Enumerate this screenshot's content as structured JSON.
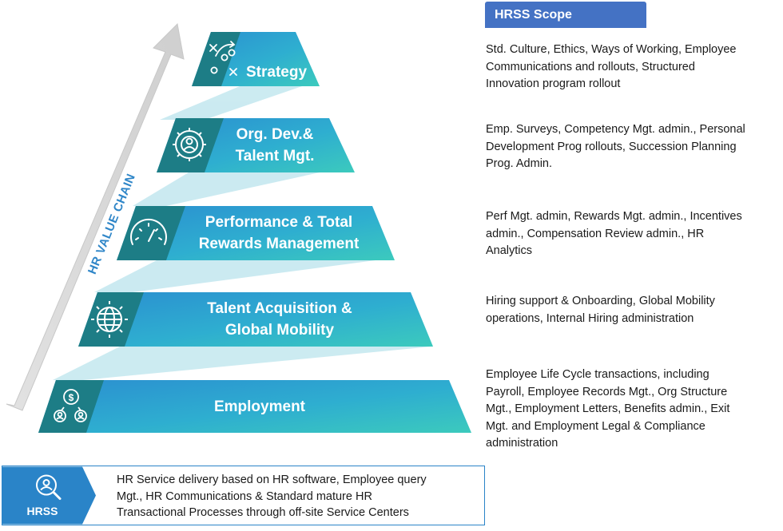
{
  "colors": {
    "teal_light": "#36c5c1",
    "blue": "#2b8fd0",
    "dark_teal": "#1d7d86",
    "scope_header_bg": "#4472c4",
    "hrss_border": "#2a84c8",
    "arrow_gray": "#d6d6d6"
  },
  "axis_label": "HR VALUE CHAIN",
  "tiers": [
    {
      "lines": [
        "Strategy"
      ],
      "icon": "strategy-play-icon"
    },
    {
      "lines": [
        "Org. Dev.&",
        "Talent Mgt."
      ],
      "icon": "gear-person-icon"
    },
    {
      "lines": [
        "Performance & Total",
        "Rewards Management"
      ],
      "icon": "speedometer-icon"
    },
    {
      "lines": [
        "Talent Acquisition &",
        "Global Mobility"
      ],
      "icon": "globe-gear-icon"
    },
    {
      "lines": [
        "Employment"
      ],
      "icon": "people-money-icon"
    }
  ],
  "scope": {
    "header": "HRSS Scope",
    "items": [
      [
        "Std. Culture, Ethics, Ways of Working, Employee",
        "Communications and rollouts, Structured",
        "Innovation program rollout"
      ],
      [
        "Emp. Surveys, Competency Mgt. admin., Personal",
        "Development Prog rollouts, Succession Planning",
        "Prog. Admin."
      ],
      [
        "Perf Mgt. admin, Rewards Mgt. admin., Incentives",
        "admin., Compensation Review admin., HR",
        "Analytics"
      ],
      [
        "Hiring support & Onboarding, Global Mobility",
        "operations, Internal Hiring administration"
      ],
      [
        "Employee Life Cycle transactions, including",
        "Payroll, Employee Records Mgt., Org Structure",
        "Mgt., Employment Letters, Benefits admin.,  Exit",
        "Mgt. and Employment Legal & Compliance",
        "administration"
      ]
    ]
  },
  "hrss": {
    "label": "HRSS",
    "icon": "search-person-icon",
    "lines": [
      "HR Service delivery based on HR software, Employee query",
      "Mgt., HR Communications & Standard mature HR",
      "Transactional Processes through off-site Service Centers"
    ]
  }
}
